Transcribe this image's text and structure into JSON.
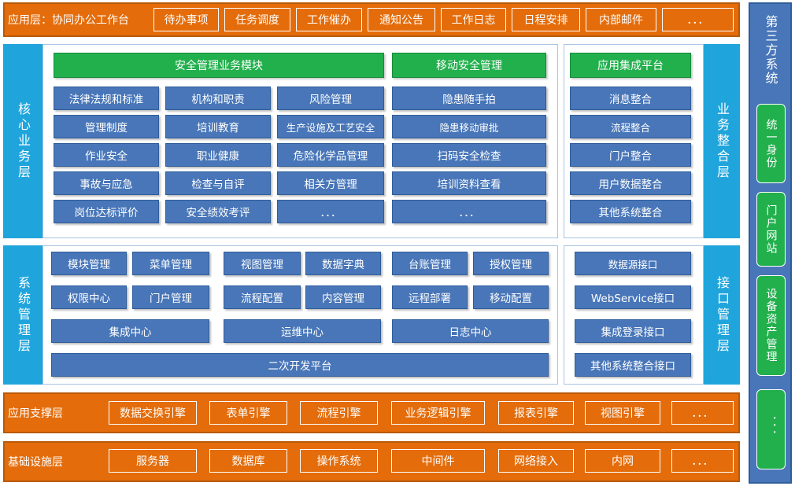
{
  "app_layer": {
    "title": "应用层：协同办公工作台",
    "items": [
      "待办事项",
      "任务调度",
      "工作催办",
      "通知公告",
      "工作日志",
      "日程安排",
      "内部邮件",
      "．．．"
    ]
  },
  "core_layer": {
    "label": "核心业务层",
    "module_header": "安全管理业务模块",
    "mobile_header": "移动安全管理",
    "grid": [
      "法律法规和标准",
      "机构和职责",
      "风险管理",
      "管理制度",
      "培训教育",
      "生产设施及工艺安全",
      "作业安全",
      "职业健康",
      "危险化学品管理",
      "事故与应急",
      "检查与自评",
      "相关方管理",
      "岗位达标评价",
      "安全绩效考评",
      "．．．"
    ],
    "mobile_items": [
      "隐患随手拍",
      "隐患移动审批",
      "扫码安全检查",
      "培训资料查看",
      "．．．"
    ]
  },
  "integration": {
    "label": "业务整合层",
    "header": "应用集成平台",
    "items": [
      "消息整合",
      "流程整合",
      "门户整合",
      "用户数据整合",
      "其他系统整合"
    ]
  },
  "system_layer": {
    "label": "系统管理层",
    "row1": [
      "模块管理",
      "菜单管理",
      "视图管理",
      "数据字典",
      "台账管理",
      "授权管理"
    ],
    "row2": [
      "权限中心",
      "门户管理",
      "流程配置",
      "内容管理",
      "远程部署",
      "移动配置"
    ],
    "row3": [
      "集成中心",
      "运维中心",
      "日志中心"
    ],
    "row4": "二次开发平台"
  },
  "interface_layer": {
    "label": "接口管理层",
    "items": [
      "数据源接口",
      "WebService接口",
      "集成登录接口",
      "其他系统整合接口"
    ]
  },
  "support_layer": {
    "title": "应用支撑层",
    "items": [
      "数据交换引擎",
      "表单引擎",
      "流程引擎",
      "业务逻辑引擎",
      "报表引擎",
      "视图引擎",
      "．．．"
    ]
  },
  "infra_layer": {
    "title": "基础设施层",
    "items": [
      "服务器",
      "数据库",
      "操作系统",
      "中间件",
      "网络接入",
      "内网",
      "．．．"
    ]
  },
  "third_party": {
    "title": "第三方系统",
    "items": [
      "统一身份",
      "门户网站",
      "设备资产管理",
      "．．．"
    ]
  },
  "colors": {
    "orange": "#e46c0a",
    "cyan": "#1fa5dc",
    "blue": "#4876b8",
    "green": "#22b04d"
  }
}
